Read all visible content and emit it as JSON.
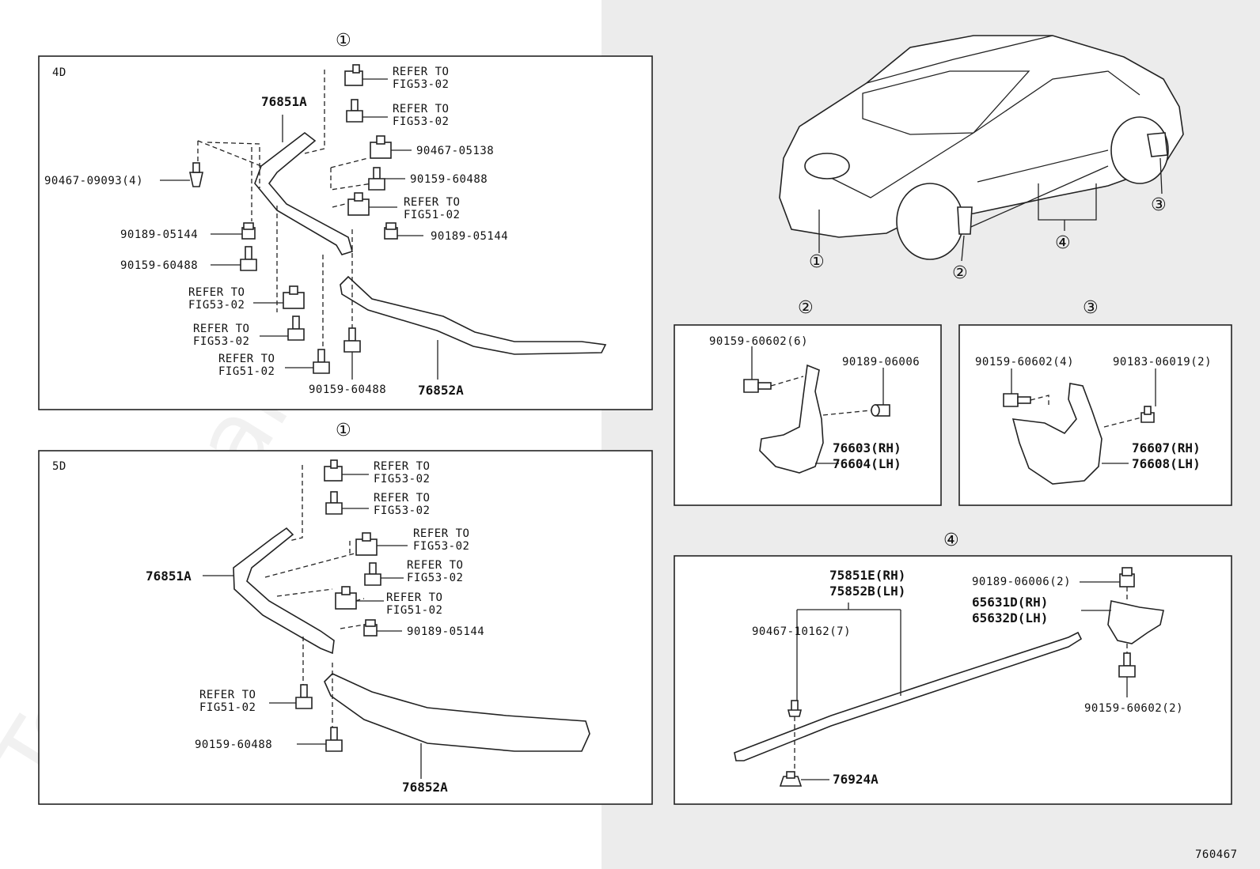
{
  "watermark": "ToyotaCarWiki.ru",
  "figure_id": "760467",
  "markers": {
    "m1": "①",
    "m2": "②",
    "m3": "③",
    "m4": "④"
  },
  "panel_4d": {
    "label": "4D",
    "parts": {
      "retainer_upper": "76851A",
      "retainer_lower": "76852A",
      "clip_a": "90467-09093(4)",
      "nut_1": "90189-05144",
      "screw_1": "90159-60488",
      "clip_b": "90467-05138",
      "screw_2": "90159-60488",
      "nut_2": "90189-05144",
      "screw_3": "90159-60488"
    },
    "refs": [
      [
        "REFER TO",
        "FIG53-02"
      ],
      [
        "REFER TO",
        "FIG53-02"
      ],
      [
        "REFER TO",
        "FIG51-02"
      ],
      [
        "REFER TO",
        "FIG53-02"
      ],
      [
        "REFER TO",
        "FIG53-02"
      ],
      [
        "REFER TO",
        "FIG51-02"
      ]
    ]
  },
  "panel_5d": {
    "label": "5D",
    "parts": {
      "retainer_upper": "76851A",
      "retainer_lower": "76852A",
      "nut_1": "90189-05144",
      "screw_1": "90159-60488"
    },
    "refs": [
      [
        "REFER TO",
        "FIG53-02"
      ],
      [
        "REFER TO",
        "FIG53-02"
      ],
      [
        "REFER TO",
        "FIG53-02"
      ],
      [
        "REFER TO",
        "FIG53-02"
      ],
      [
        "REFER TO",
        "FIG51-02"
      ],
      [
        "REFER TO",
        "FIG51-02"
      ]
    ]
  },
  "panel_2": {
    "screw": "90159-60602(6)",
    "nut": "90189-06006",
    "flap_rh": "76603(RH)",
    "flap_lh": "76604(LH)"
  },
  "panel_3": {
    "screw": "90159-60602(4)",
    "clip": "90183-06019(2)",
    "flap_rh": "76607(RH)",
    "flap_lh": "76608(LH)"
  },
  "panel_4": {
    "mould_rh": "75851E(RH)",
    "mould_lh": "75852B(LH)",
    "clip": "90467-10162(7)",
    "nut": "90189-06006(2)",
    "pad_rh": "65631D(RH)",
    "pad_lh": "65632D(LH)",
    "screw": "90159-60602(2)",
    "retainer": "76924A"
  }
}
